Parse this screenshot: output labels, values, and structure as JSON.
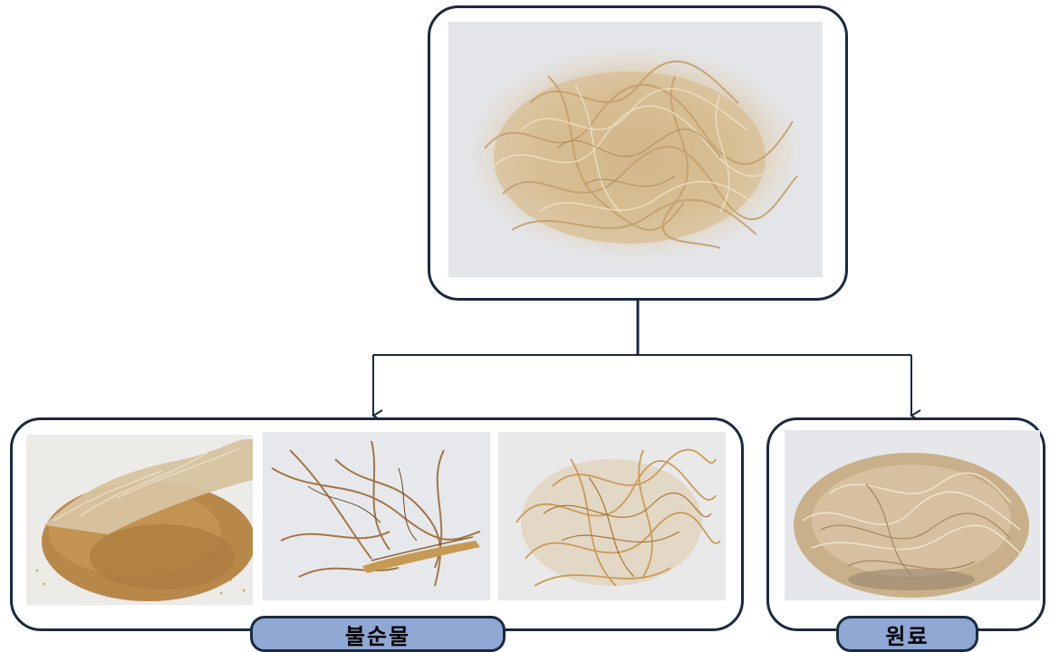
{
  "diagram": {
    "source": {
      "photo_icon": "raw-fiber-bundle-photo"
    },
    "impurities": {
      "label": "불순물",
      "photos": [
        {
          "icon": "fine-dust-pile-photo"
        },
        {
          "icon": "coarse-stem-strands-photo"
        },
        {
          "icon": "tangled-coarse-fibers-photo"
        }
      ]
    },
    "raw_material": {
      "label": "원료",
      "photo_icon": "refined-fiber-bundle-photo"
    },
    "colors": {
      "border": "#1b2a3f",
      "label_fill": "#8fa8d4",
      "fiber_light": "#d9c3a0",
      "fiber_dark": "#b08858",
      "dust": "#b8884a"
    }
  }
}
